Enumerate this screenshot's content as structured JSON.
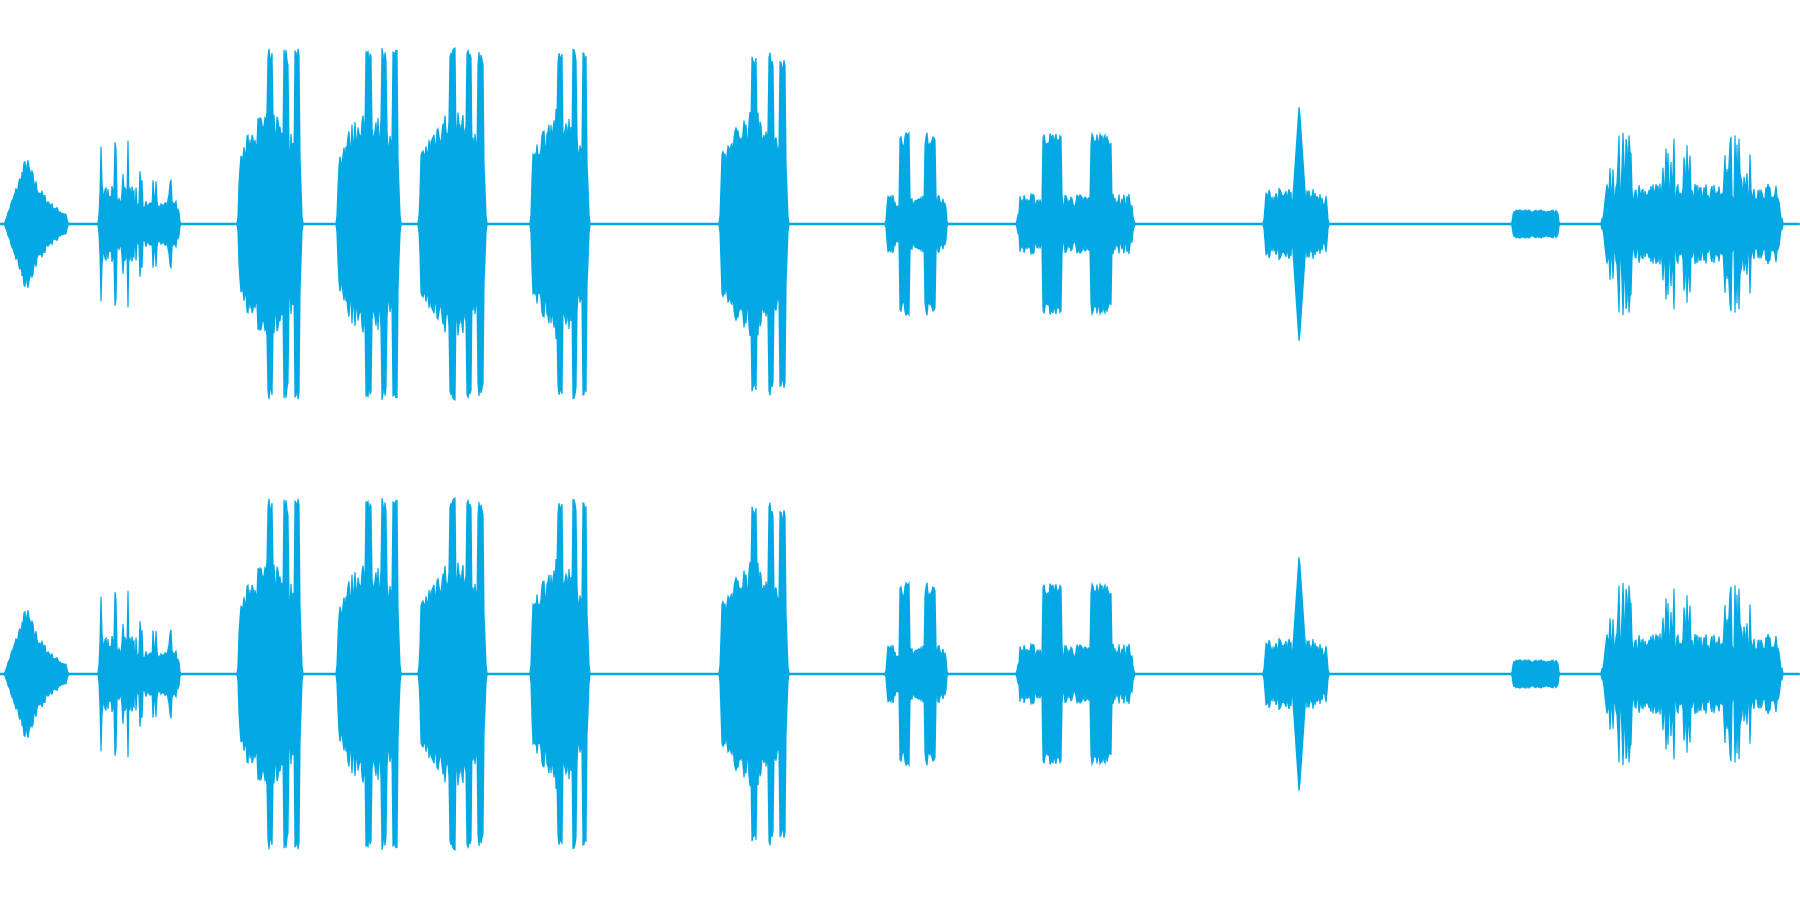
{
  "waveform": {
    "color": "#04A9E4",
    "background": "#ffffff",
    "channels": [
      {
        "name": ""
      },
      {
        "name": ""
      }
    ],
    "segments": [
      {
        "start": 0.002,
        "end": 0.038,
        "peak": 0.4,
        "shape": "decay"
      },
      {
        "start": 0.055,
        "end": 0.075,
        "peak": 0.48,
        "shape": "spiky"
      },
      {
        "start": 0.075,
        "end": 0.1,
        "peak": 0.3,
        "shape": "spiky"
      },
      {
        "start": 0.132,
        "end": 0.168,
        "peak": 1.0,
        "shape": "burst"
      },
      {
        "start": 0.187,
        "end": 0.222,
        "peak": 1.0,
        "shape": "burst"
      },
      {
        "start": 0.233,
        "end": 0.27,
        "peak": 1.0,
        "shape": "burst"
      },
      {
        "start": 0.295,
        "end": 0.327,
        "peak": 1.0,
        "shape": "burst"
      },
      {
        "start": 0.4,
        "end": 0.438,
        "peak": 0.98,
        "shape": "burst"
      },
      {
        "start": 0.492,
        "end": 0.526,
        "peak": 0.52,
        "shape": "pair"
      },
      {
        "start": 0.565,
        "end": 0.63,
        "peak": 0.52,
        "shape": "pair"
      },
      {
        "start": 0.702,
        "end": 0.738,
        "peak": 0.68,
        "shape": "single"
      },
      {
        "start": 0.84,
        "end": 0.866,
        "peak": 0.08,
        "shape": "hum"
      },
      {
        "start": 0.89,
        "end": 0.99,
        "peak": 0.52,
        "shape": "spiky"
      }
    ]
  }
}
